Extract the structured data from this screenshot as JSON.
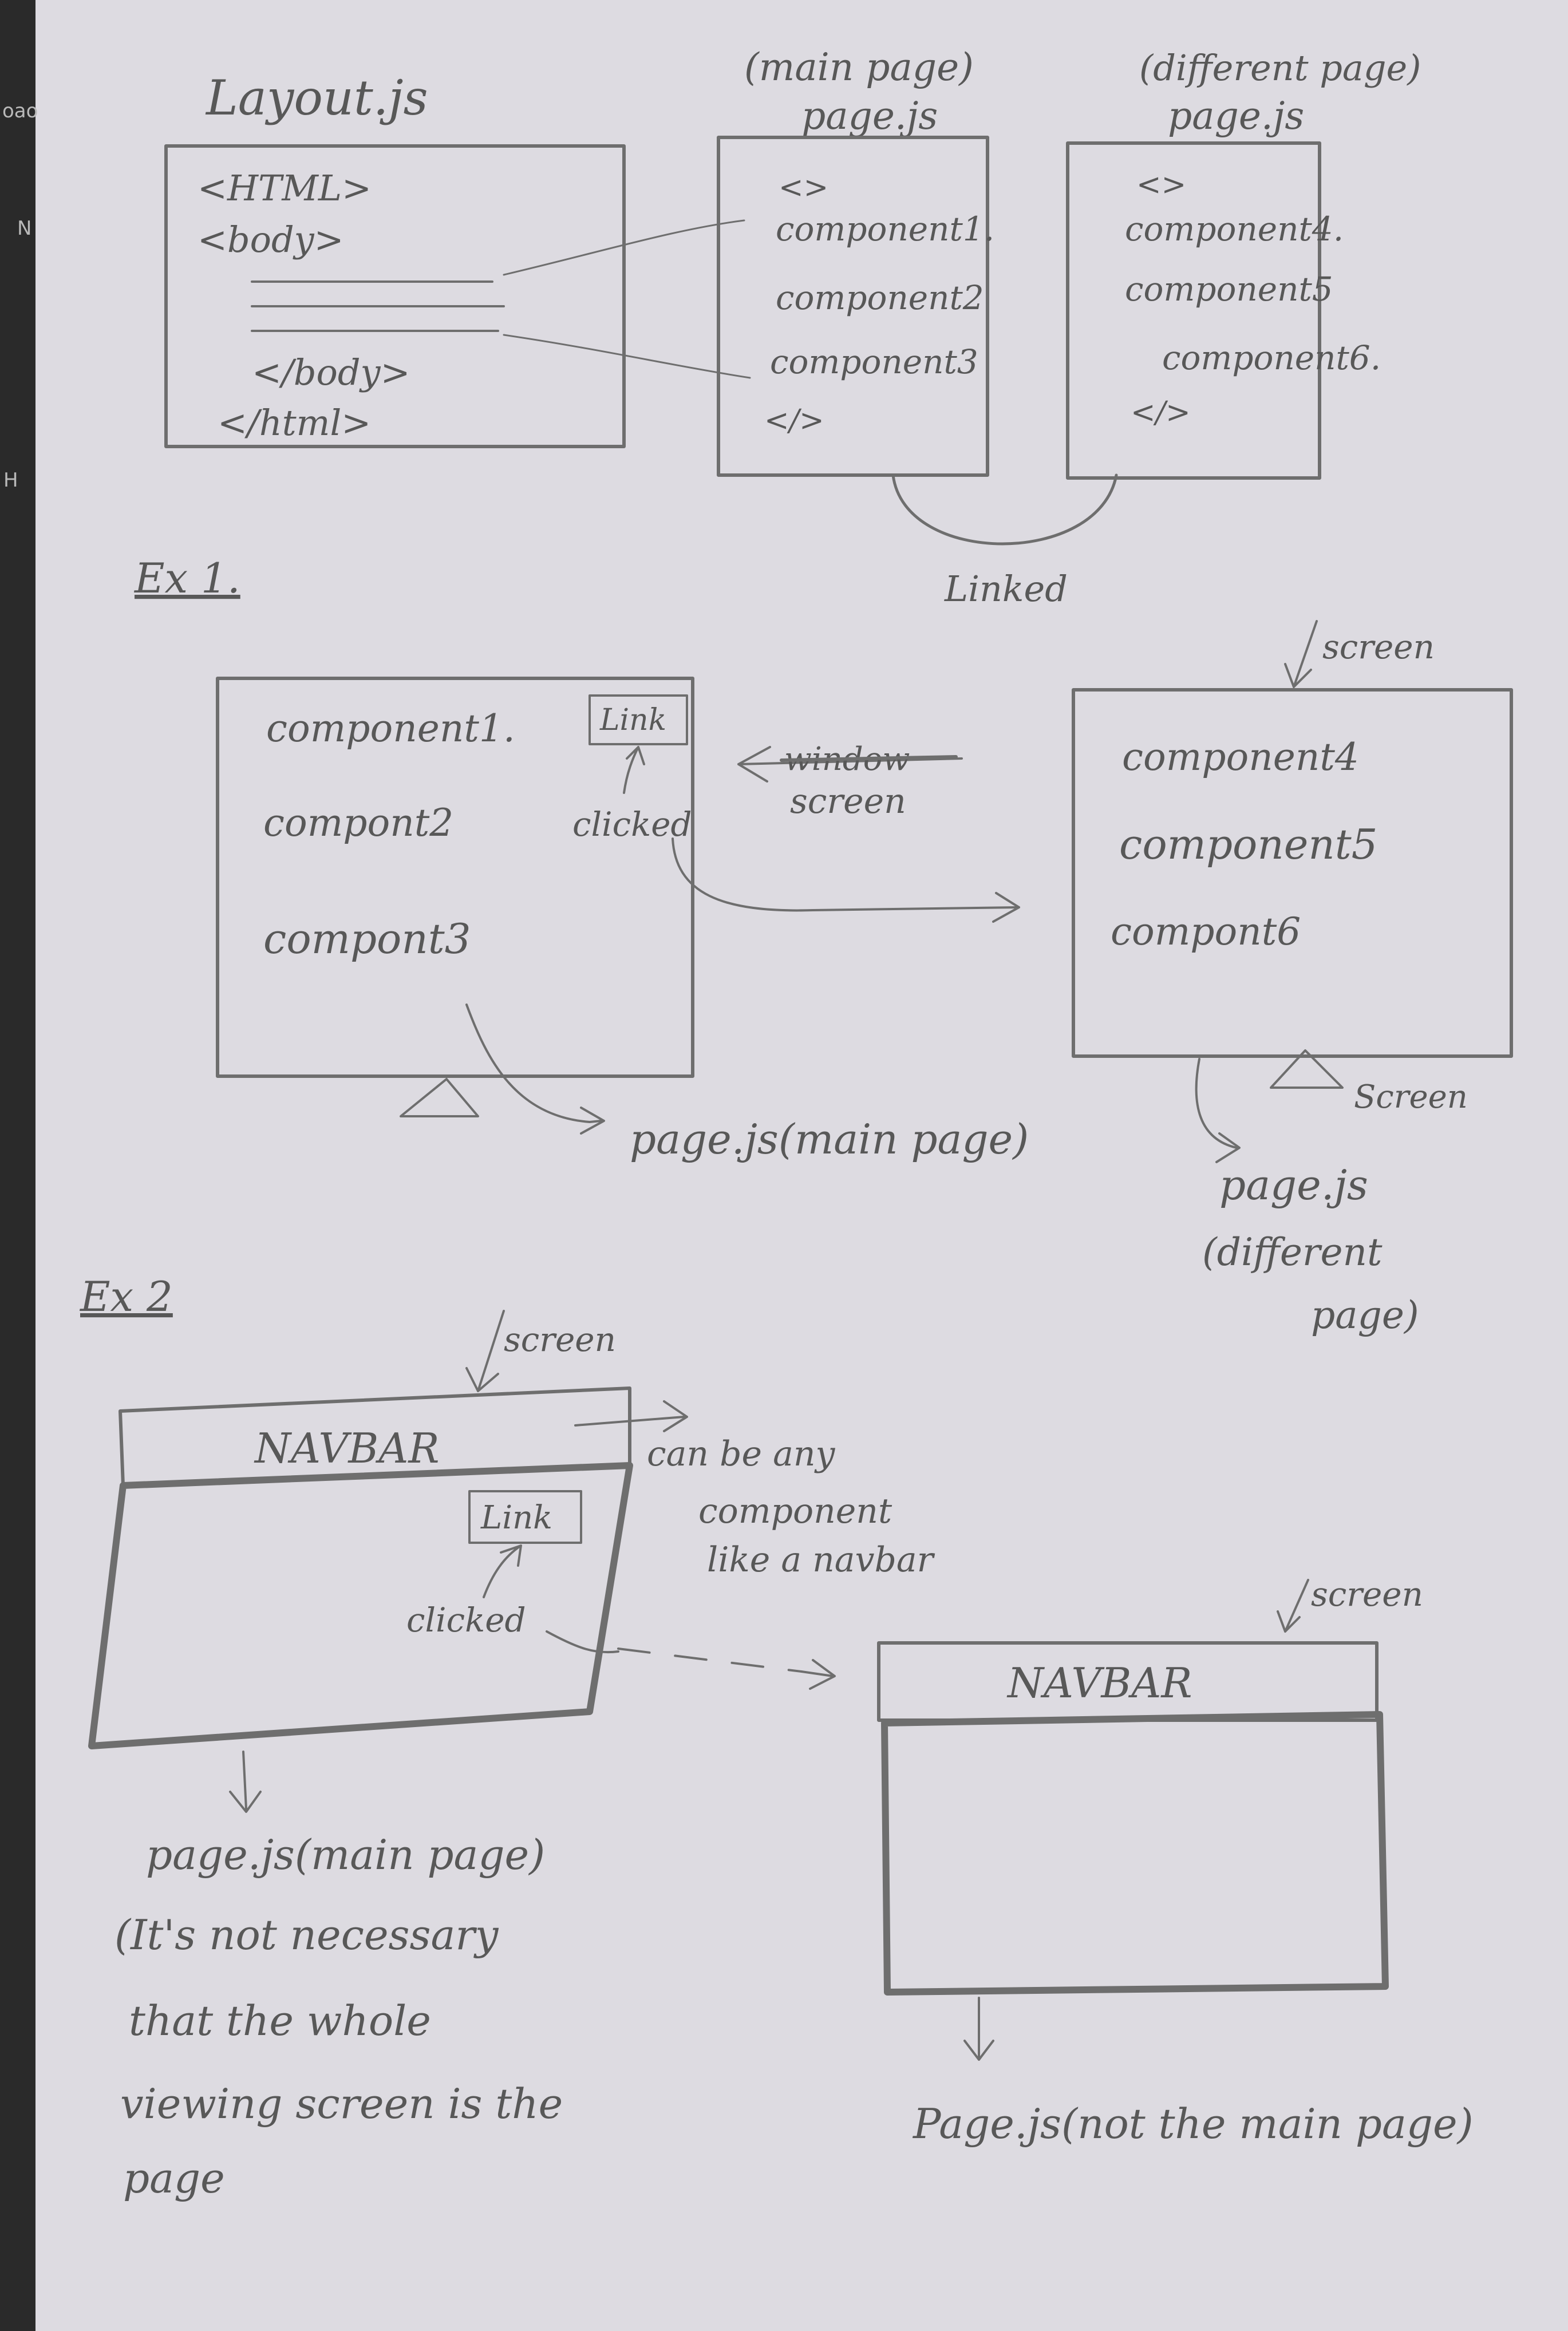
{
  "edge_fragments": [
    "oao",
    "N",
    "H"
  ],
  "top": {
    "layout": {
      "title": "Layout.js",
      "lines": [
        "<HTML>",
        "<body>",
        "</body>",
        "</html>"
      ]
    },
    "main_page": {
      "heading1": "(main page)",
      "heading2": "page.js",
      "lines": [
        "<>",
        "component1.",
        "component2",
        "component3",
        "</>"
      ]
    },
    "different_page": {
      "heading1": "(different page)",
      "heading2": "page.js",
      "lines": [
        "<>",
        "component4.",
        "component5",
        "component6.",
        "</>"
      ]
    },
    "linked_label": "Linked"
  },
  "ex1": {
    "label": "Ex 1.",
    "left_screen": {
      "items": [
        "component1.",
        "compont2",
        "compont3"
      ],
      "link_label": "Link",
      "clicked_label": "clicked"
    },
    "strike_word": "window",
    "screen_label": "screen",
    "main_caption": "page.js(main page)",
    "right_screen": {
      "screen_label": "screen",
      "items": [
        "component4",
        "component5",
        "compont6"
      ]
    },
    "right_bottom_screen_label": "Screen",
    "right_caption": [
      "page.js",
      "(different",
      "page)"
    ]
  },
  "ex2": {
    "label": "Ex 2",
    "left": {
      "screen_label": "screen",
      "navbar_label": "NAVBAR",
      "link_label": "Link",
      "clicked_label": "clicked",
      "note": [
        "can be any",
        "component",
        "like a navbar"
      ],
      "caption": [
        "page.js(main page)",
        "(It's not necessary",
        "that the whole",
        "viewing screen is the",
        "page"
      ]
    },
    "right": {
      "screen_label": "screen",
      "navbar_label": "NAVBAR",
      "caption": "Page.js(not the main page)"
    }
  }
}
